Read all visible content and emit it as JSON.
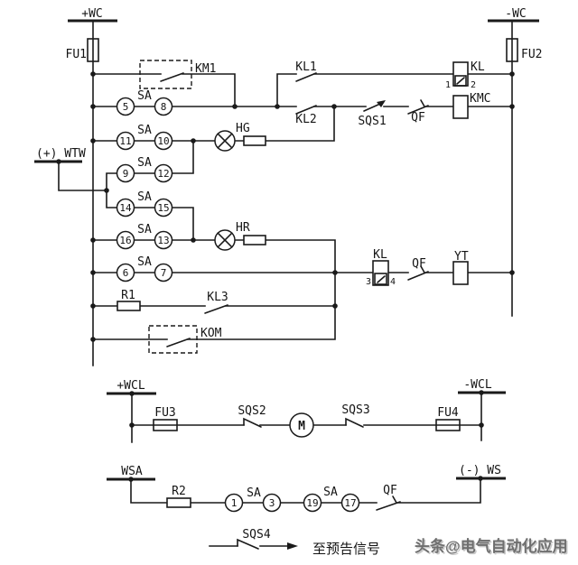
{
  "rails": {
    "wc_pos": "+WC",
    "wc_neg": "-WC",
    "wtw": "(+) WTW",
    "wcl_pos": "+WCL",
    "wcl_neg": "-WCL",
    "wsa": "WSA",
    "ws_neg": "(-) WS"
  },
  "fuses": {
    "fu1": "FU1",
    "fu2": "FU2",
    "fu3": "FU3",
    "fu4": "FU4"
  },
  "contacts": {
    "km1": "KM1",
    "kl1": "KL1",
    "kl2": "KL2",
    "sqs1": "SQS1",
    "qf": "QF",
    "kl3": "KL3",
    "kom": "KOM",
    "sqs2": "SQS2",
    "sqs3": "SQS3",
    "sqs4": "SQS4"
  },
  "devices": {
    "kl_relay": "KL",
    "kl_term1": "1",
    "kl_term2": "2",
    "kl_term3": "3",
    "kl_term4": "4",
    "kmc": "KMC",
    "yt": "YT",
    "hg": "HG",
    "hr": "HR",
    "r1": "R1",
    "r2": "R2",
    "motor": "M"
  },
  "sa_label": "SA",
  "sa_circles": {
    "rows": [
      [
        "5",
        "8"
      ],
      [
        "11",
        "10"
      ],
      [
        "9",
        "12"
      ],
      [
        "14",
        "15"
      ],
      [
        "16",
        "13"
      ],
      [
        "6",
        "7"
      ]
    ],
    "wsa": [
      "1",
      "3",
      "19",
      "17"
    ]
  },
  "notes": {
    "to_signal": "至预告信号",
    "watermark": "头条@电气自动化应用"
  }
}
